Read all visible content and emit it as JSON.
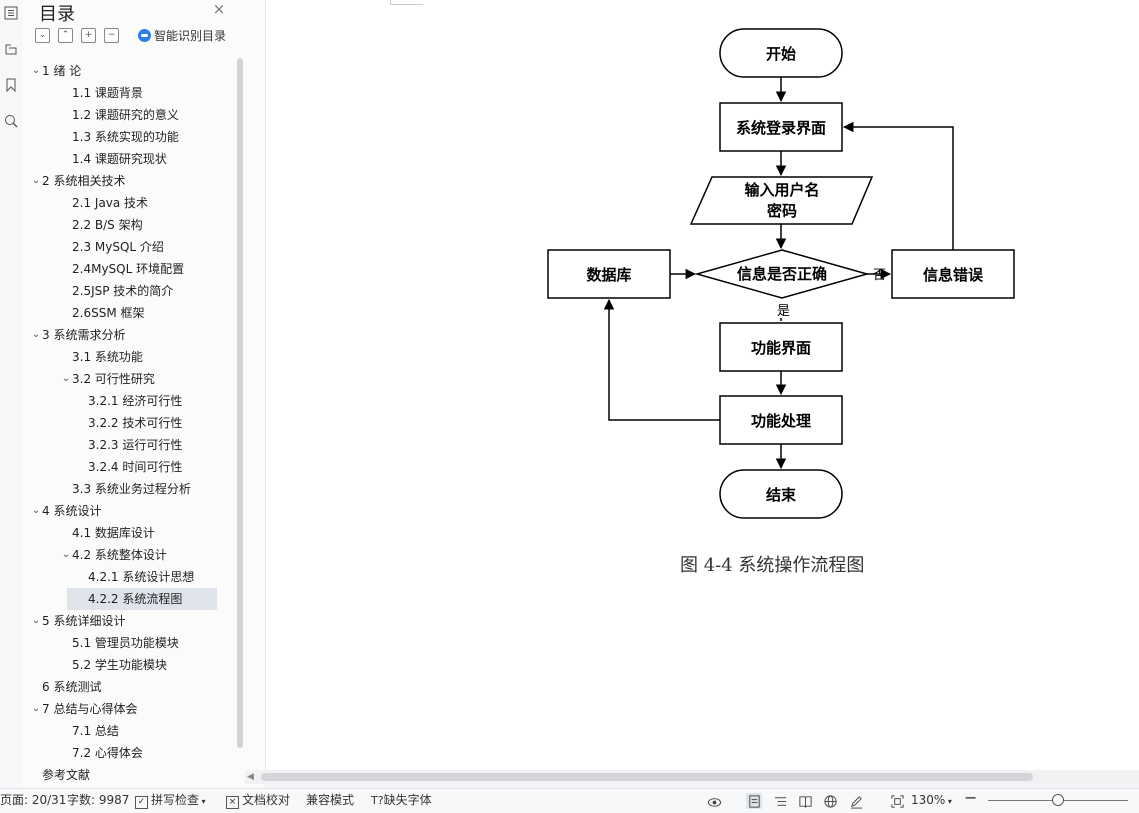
{
  "toc": {
    "title": "目录",
    "close_icon": "×",
    "smart_label": "智能识别目录",
    "items": [
      {
        "label": "1 绪 论",
        "level": 0,
        "expanded": true
      },
      {
        "label": "1.1 课题背景",
        "level": 1
      },
      {
        "label": "1.2 课题研究的意义",
        "level": 1
      },
      {
        "label": "1.3 系统实现的功能",
        "level": 1
      },
      {
        "label": "1.4 课题研究现状",
        "level": 1
      },
      {
        "label": "2 系统相关技术",
        "level": 0,
        "expanded": true
      },
      {
        "label": "2.1 Java 技术",
        "level": 1
      },
      {
        "label": "2.2 B/S 架构",
        "level": 1
      },
      {
        "label": "2.3 MySQL 介绍",
        "level": 1
      },
      {
        "label": "2.4MySQL 环境配置",
        "level": 1
      },
      {
        "label": "2.5JSP 技术的简介",
        "level": 1
      },
      {
        "label": "2.6SSM 框架",
        "level": 1
      },
      {
        "label": "3 系统需求分析",
        "level": 0,
        "expanded": true
      },
      {
        "label": "3.1 系统功能",
        "level": 1
      },
      {
        "label": "3.2 可行性研究",
        "level": 1,
        "expanded": true
      },
      {
        "label": "3.2.1 经济可行性",
        "level": 2
      },
      {
        "label": "3.2.2 技术可行性",
        "level": 2
      },
      {
        "label": "3.2.3 运行可行性",
        "level": 2
      },
      {
        "label": "3.2.4 时间可行性",
        "level": 2
      },
      {
        "label": "3.3 系统业务过程分析",
        "level": 1
      },
      {
        "label": "4 系统设计",
        "level": 0,
        "expanded": true
      },
      {
        "label": "4.1 数据库设计",
        "level": 1
      },
      {
        "label": "4.2 系统整体设计",
        "level": 1,
        "expanded": true
      },
      {
        "label": "4.2.1 系统设计思想",
        "level": 2
      },
      {
        "label": "4.2.2 系统流程图",
        "level": 2,
        "selected": true
      },
      {
        "label": "5 系统详细设计",
        "level": 0,
        "expanded": true
      },
      {
        "label": "5.1 管理员功能模块",
        "level": 1
      },
      {
        "label": "5.2 学生功能模块",
        "level": 1
      },
      {
        "label": "6 系统测试",
        "level": 0
      },
      {
        "label": "7 总结与心得体会",
        "level": 0,
        "expanded": true
      },
      {
        "label": "7.1 总结",
        "level": 1
      },
      {
        "label": "7.2 心得体会",
        "level": 1
      },
      {
        "label": "参考文献",
        "level": 0
      }
    ]
  },
  "flowchart": {
    "start": "开始",
    "login": "系统登录界面",
    "input_line1": "输入用户名",
    "input_line2": "密码",
    "decision": "信息是否正确",
    "database": "数据库",
    "error": "信息错误",
    "no_label": "否",
    "yes_label": "是",
    "function_ui": "功能界面",
    "function_proc": "功能处理",
    "end": "结束"
  },
  "caption": "图 4-4 系统操作流程图",
  "status": {
    "page": "页面: 20/31",
    "words": "字数: 9987",
    "spell": "拼写检查",
    "proof": "文档校对",
    "compat": "兼容模式",
    "missing_font": "缺失字体",
    "zoom": "130%",
    "zoom_level": 0.53
  },
  "colors": {
    "accent": "#2b7fe8",
    "selected_bg": "#dfe3ea",
    "page_bg": "#ffffff",
    "chrome_bg": "#f3f4f6"
  }
}
